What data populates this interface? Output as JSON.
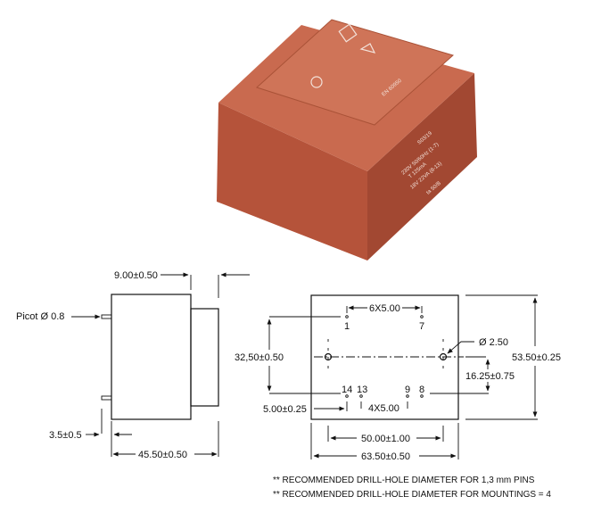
{
  "product_photo": {
    "markings": [
      "S03/19",
      "230V 50/60Hz (1-7)",
      "T 125mA",
      "18V 22VA (8-13)",
      "ta 50/B",
      "EN 60950"
    ],
    "colors": {
      "front": "#b5533a",
      "top": "#c96a4f",
      "side": "#a24832",
      "raised": "#cf7458"
    }
  },
  "side_view": {
    "pin_label": "Picot Ø 0.8",
    "top_dim": "9.00±0.50",
    "pin_length_dim": "3.5±0.5",
    "width_dim": "45.50±0.50"
  },
  "footprint_view": {
    "top_pin_pitch": "6X5.00",
    "pins_top": [
      "1",
      "7"
    ],
    "pins_bottom": [
      "14",
      "13",
      "9",
      "8"
    ],
    "hole_diameter": "Ø 2.50",
    "row_spacing": "32,50±0.50",
    "mount_offset": "16.25±0.75",
    "pin_offset": "5.00±0.25",
    "bottom_pin_pitch": "4X5.00",
    "height_dim": "53.50±0.25",
    "mount_spacing": "50.00±1.00",
    "length_dim": "63.50±0.50"
  },
  "notes": [
    "** RECOMMENDED DRILL-HOLE DIAMETER FOR 1,3 mm PINS",
    "** RECOMMENDED DRILL-HOLE DIAMETER FOR MOUNTINGS = 4"
  ]
}
